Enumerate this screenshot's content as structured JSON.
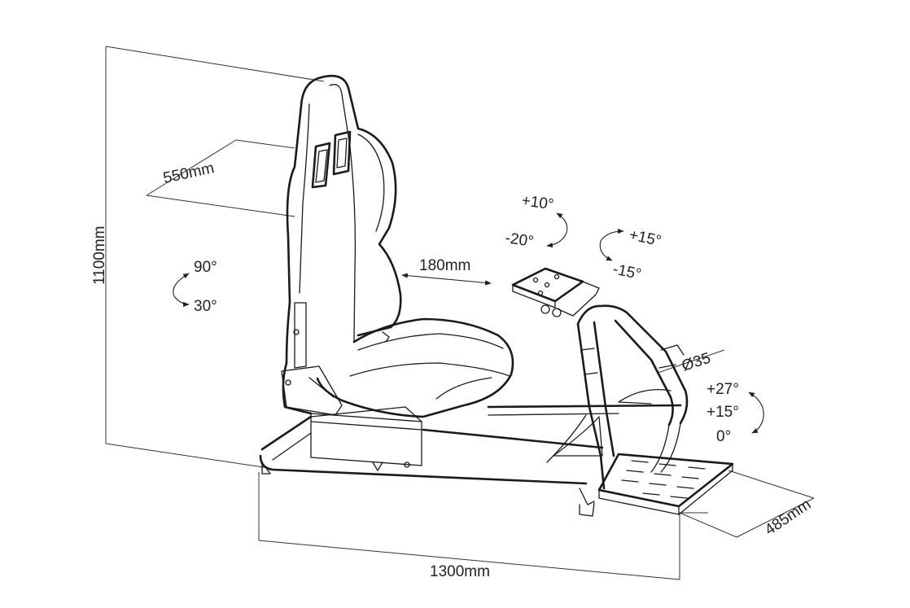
{
  "colors": {
    "line": "#1a1a1a",
    "text": "#222222",
    "background": "#ffffff"
  },
  "dimensions": {
    "height": "1100mm",
    "seat_width": "550mm",
    "length": "1300mm",
    "pedal_width": "485mm",
    "slide": "180mm",
    "tube_diameter": "Ø35"
  },
  "angles": {
    "recline_max": "90°",
    "recline_min": "30°",
    "wheel_tilt_up": "+10°",
    "wheel_tilt_down": "-20°",
    "wheel_rotate_up": "+15°",
    "wheel_rotate_down": "-15°",
    "pedal_27": "+27°",
    "pedal_15": "+15°",
    "pedal_0": "0°"
  }
}
